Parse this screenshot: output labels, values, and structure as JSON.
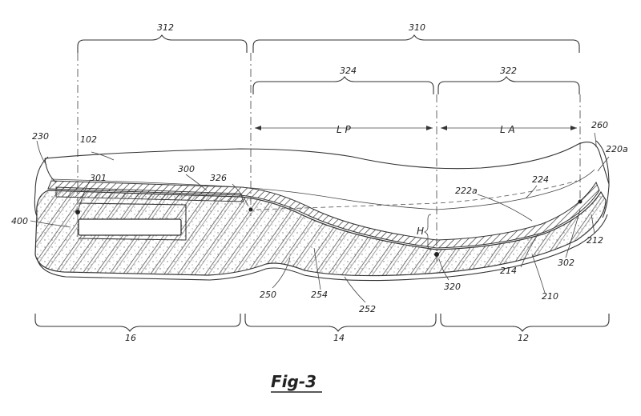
{
  "figure": {
    "caption": "Fig-3"
  },
  "top_brackets": {
    "b312": "312",
    "b310": "310",
    "b324": "324",
    "b322": "322"
  },
  "bottom_brackets": {
    "b16": "16",
    "b14": "14",
    "b12": "12"
  },
  "dimensions": {
    "lp": "L P",
    "la": "L A",
    "h": "H"
  },
  "reference_labels": {
    "r230": "230",
    "r102": "102",
    "r301": "301",
    "r300": "300",
    "r326": "326",
    "r400": "400",
    "r260": "260",
    "r220a": "220a",
    "r222a": "222a",
    "r224": "224",
    "r212": "212",
    "r302": "302",
    "r214": "214",
    "r210": "210",
    "r320": "320",
    "r250": "250",
    "r254": "254",
    "r252": "252"
  }
}
